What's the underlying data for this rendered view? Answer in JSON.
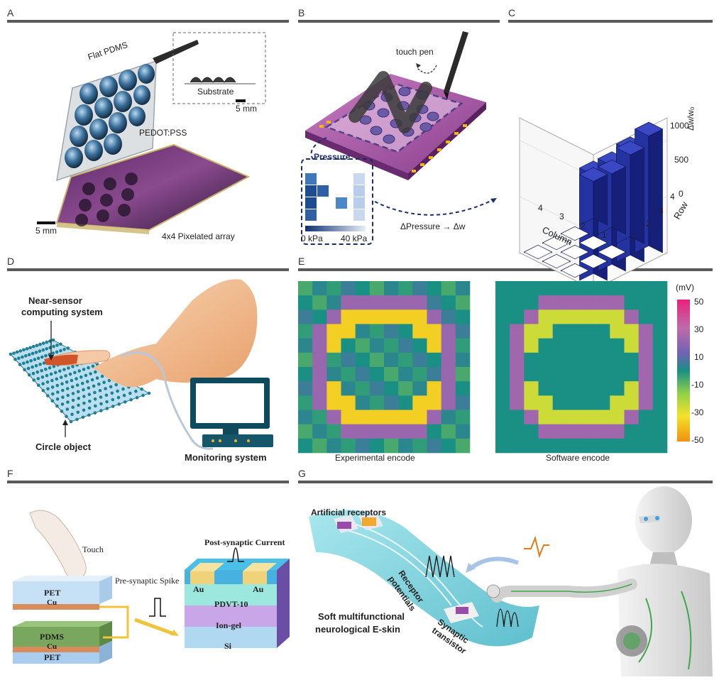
{
  "panels": {
    "A": {
      "label": "A",
      "flat_pdms": "Flat PDMS",
      "substrate": "Substrate",
      "scale_inset": "5 mm",
      "pedot": "PEDOT:PSS",
      "scale_main": "5 mm",
      "array": "4x4 Pixelated array"
    },
    "B": {
      "label": "B",
      "touch_pen": "touch pen",
      "pressure": "Pressure",
      "kpa_min": "0 kPa",
      "kpa_max": "40 kPa",
      "relation": "ΔPressure → Δw"
    },
    "C": {
      "label": "C",
      "zlabel": "Δw/w₀",
      "xlabel": "Column",
      "ylabel": "Row",
      "zticks": [
        "1000",
        "500",
        "0"
      ],
      "col_ticks": [
        "4",
        "3",
        "2",
        "1"
      ],
      "row_ticks": [
        "1",
        "2",
        "3",
        "4"
      ]
    },
    "D": {
      "label": "D",
      "near_sensor_1": "Near-sensor",
      "near_sensor_2": "computing system",
      "circle_object": "Circle object",
      "monitoring": "Monitoring system"
    },
    "E": {
      "label": "E",
      "unit": "(mV)",
      "cbar_ticks": [
        "50",
        "30",
        "10",
        "-10",
        "-30",
        "-50"
      ],
      "caption_left": "Experimental encode",
      "caption_right": "Software encode"
    },
    "F": {
      "label": "F",
      "touch": "Touch",
      "pre_spike": "Pre-synaptic Spike",
      "post_current": "Post-synaptic Current",
      "pet_top": "PET",
      "cu_top": "Cu",
      "pdms": "PDMS",
      "cu_bottom": "Cu",
      "pet_bottom": "PET",
      "au_left": "Au",
      "au_right": "Au",
      "pdvt": "PDVT-10",
      "iongel": "Ion-gel",
      "si": "Si"
    },
    "G": {
      "label": "G",
      "artificial": "Artificial receptors",
      "receptor_1": "Receptor",
      "receptor_2": "potentials",
      "synaptic_1": "Synaptic",
      "synaptic_2": "transistor",
      "eskin_1": "Soft multifunctional",
      "eskin_2": "neurological E-skin"
    }
  },
  "colors": {
    "rule": "#5a5a5a",
    "bar": "#1f2a8a",
    "heat_bg": "#1e8f80",
    "navy": "#1a2f6b"
  },
  "chart_data": [
    {
      "type": "bar",
      "title": "",
      "xlabel": "Column",
      "ylabel": "Row",
      "zlabel": "Δw/w₀",
      "zlim": [
        0,
        1200
      ],
      "columns": [
        4,
        3,
        2,
        1
      ],
      "rows": [
        1,
        2,
        3,
        4
      ],
      "series": [
        {
          "name": "Row 4",
          "values": [
            1000,
            1000,
            1050,
            1100
          ]
        },
        {
          "name": "Row 3",
          "values": [
            0,
            0,
            0,
            850
          ]
        },
        {
          "name": "Row 2",
          "values": [
            0,
            0,
            0,
            600
          ]
        },
        {
          "name": "Row 1",
          "values": [
            0,
            0,
            0,
            450
          ]
        }
      ]
    },
    {
      "type": "heatmap",
      "title": "Experimental encode",
      "unit": "mV",
      "zlim": [
        -50,
        50
      ],
      "grid": [
        12,
        12
      ]
    },
    {
      "type": "heatmap",
      "title": "Software encode",
      "unit": "mV",
      "zlim": [
        -50,
        50
      ],
      "grid": [
        12,
        12
      ]
    }
  ]
}
